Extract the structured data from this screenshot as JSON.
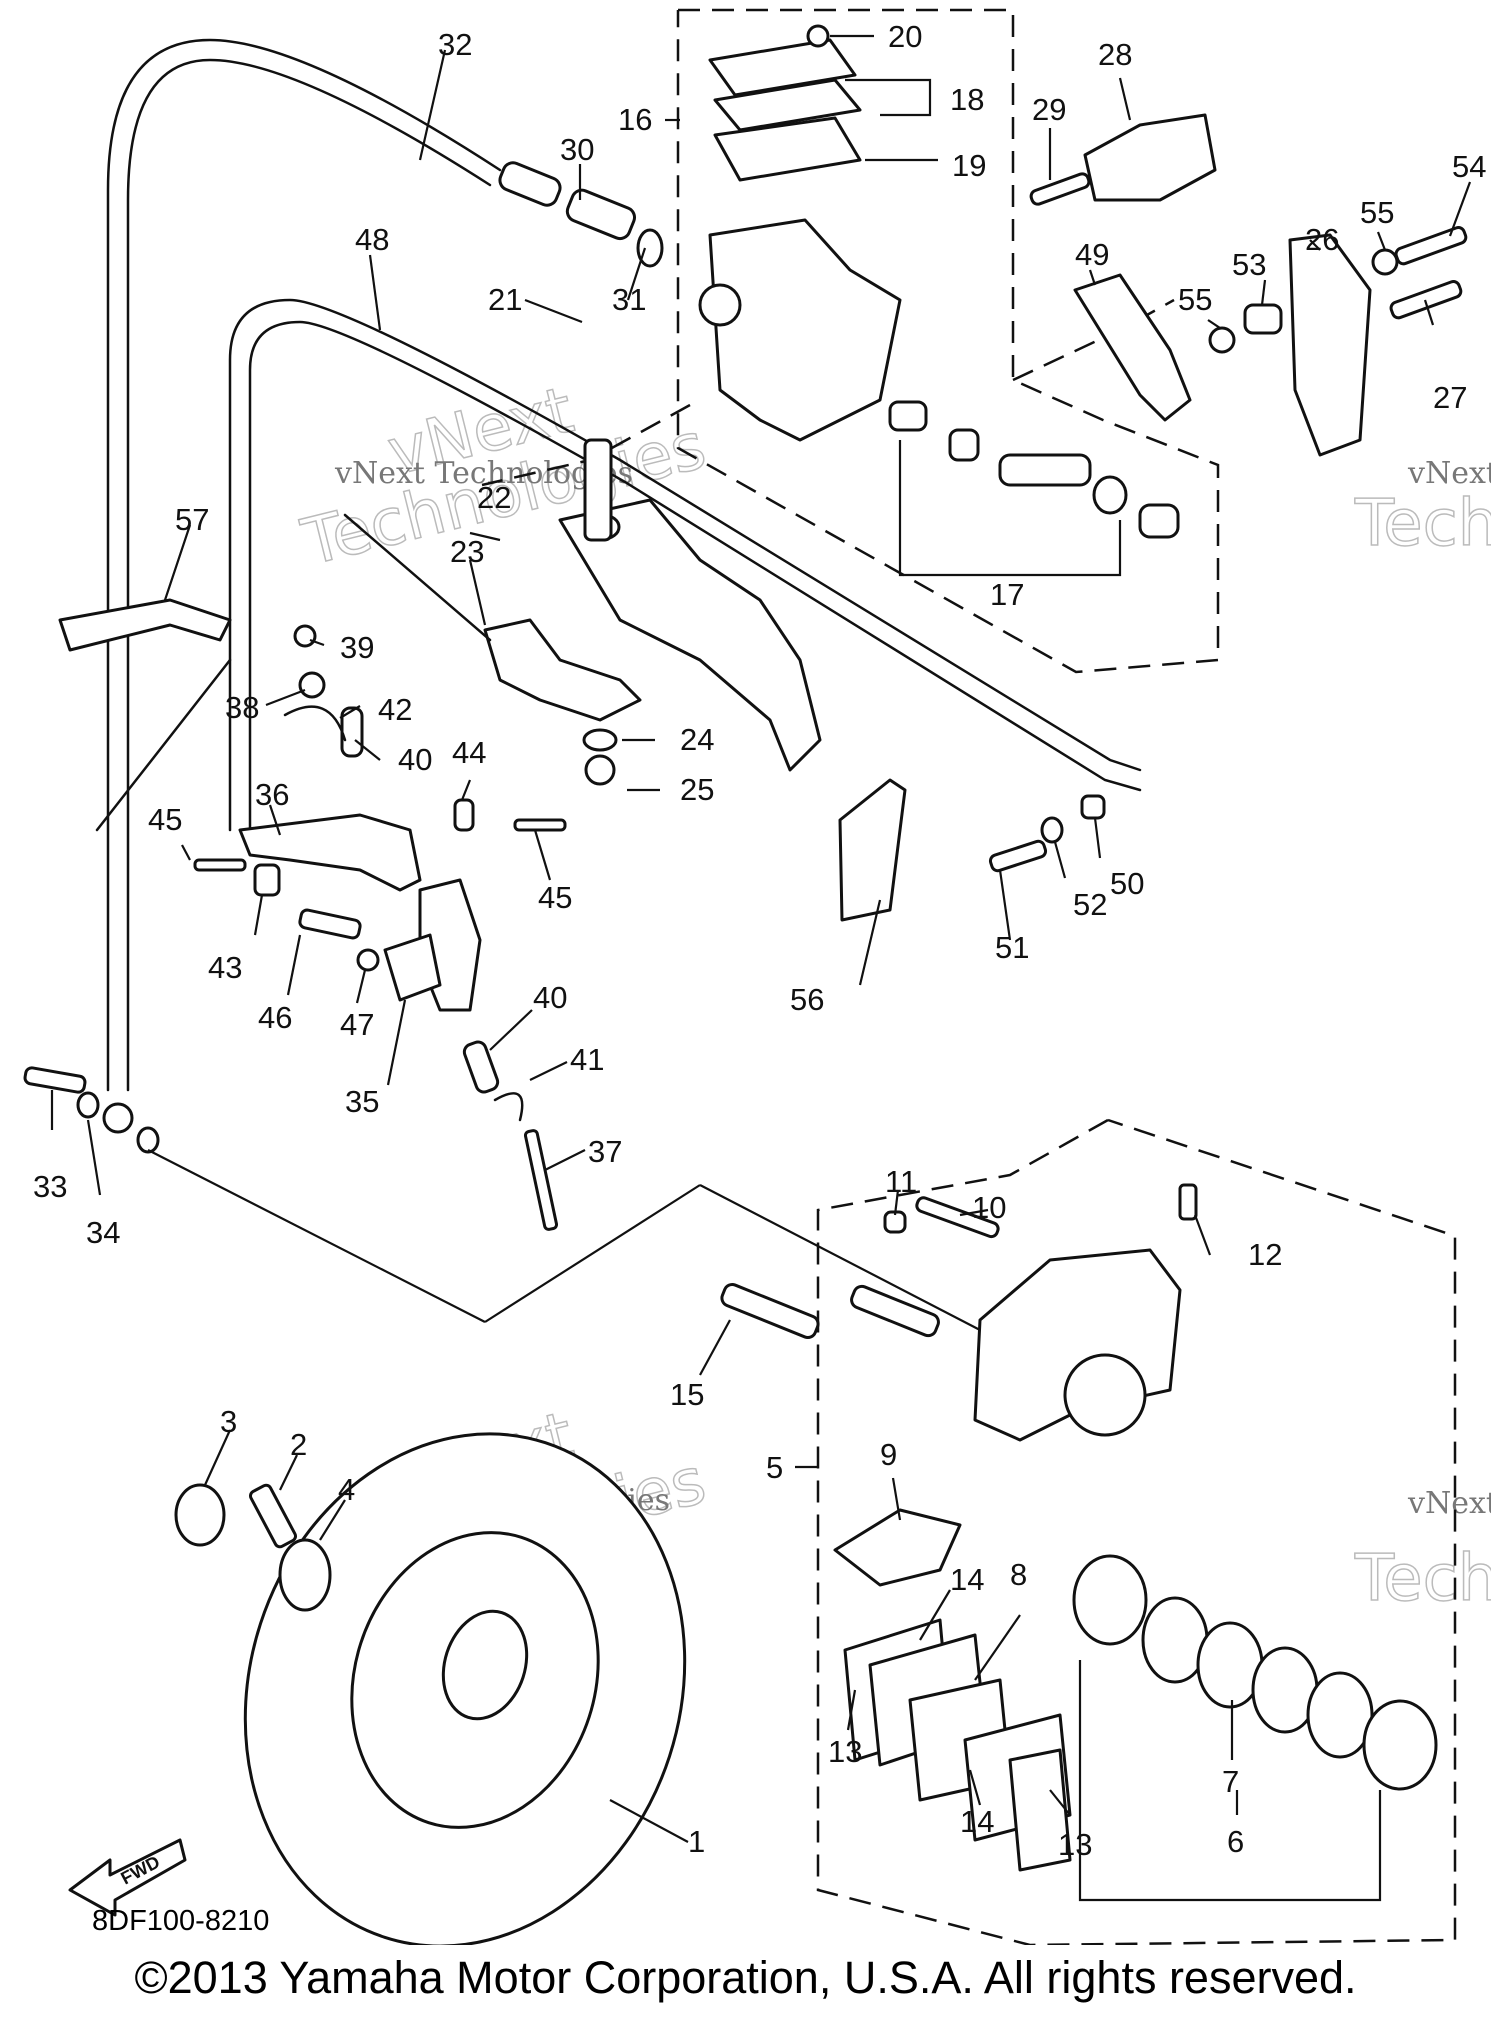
{
  "callouts": [
    "32",
    "20",
    "16",
    "18",
    "28",
    "30",
    "19",
    "29",
    "54",
    "55",
    "48",
    "31",
    "49",
    "53",
    "26",
    "21",
    "55",
    "27",
    "57",
    "22",
    "17",
    "23",
    "39",
    "38",
    "42",
    "24",
    "40",
    "44",
    "36",
    "25",
    "45",
    "50",
    "45",
    "52",
    "51",
    "43",
    "46",
    "47",
    "40",
    "56",
    "41",
    "35",
    "37",
    "33",
    "34",
    "11",
    "10",
    "12",
    "15",
    "9",
    "3",
    "2",
    "5",
    "4",
    "14",
    "8",
    "13",
    "7",
    "14",
    "13",
    "1",
    "6"
  ],
  "watermark": {
    "text_serif": "vNext Technologies",
    "text_outline_top": "vNext",
    "text_outline_bottom": "Technologies",
    "text_partial_right": "vNext",
    "text_partial_right_outline": "Tech"
  },
  "fwd_label": "FWD",
  "diagram_code": "8DF100-8210",
  "copyright": "©2013 Yamaha Motor Corporation, U.S.A. All rights reserved."
}
